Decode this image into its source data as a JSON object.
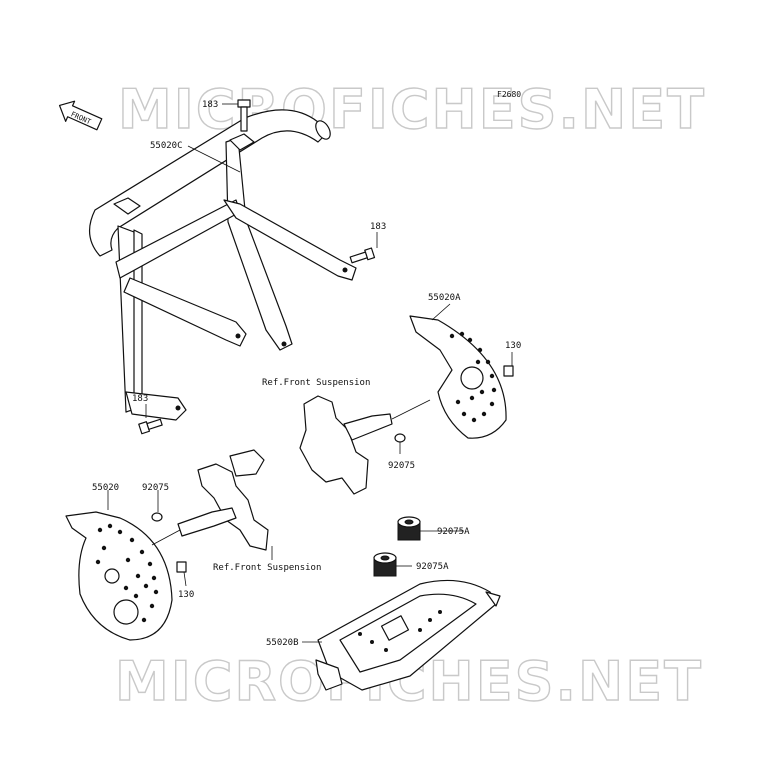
{
  "figure_code": "F2680",
  "watermark": "MICROFICHES.NET",
  "direction_marker": "FRONT",
  "parts": {
    "bolt_top": "183",
    "frame": "55020C",
    "bolt_right": "183",
    "bolt_left": "183",
    "guard_right": "55020A",
    "bolt_guard_right": "130",
    "ref_suspension_upper": "Ref.Front Suspension",
    "washer_right": "92075",
    "guard_left": "55020",
    "washer_left": "92075",
    "bolt_guard_left": "130",
    "ref_suspension_lower": "Ref.Front Suspension",
    "collar_upper": "92075A",
    "collar_lower": "92075A",
    "skid_plate": "55020B"
  }
}
